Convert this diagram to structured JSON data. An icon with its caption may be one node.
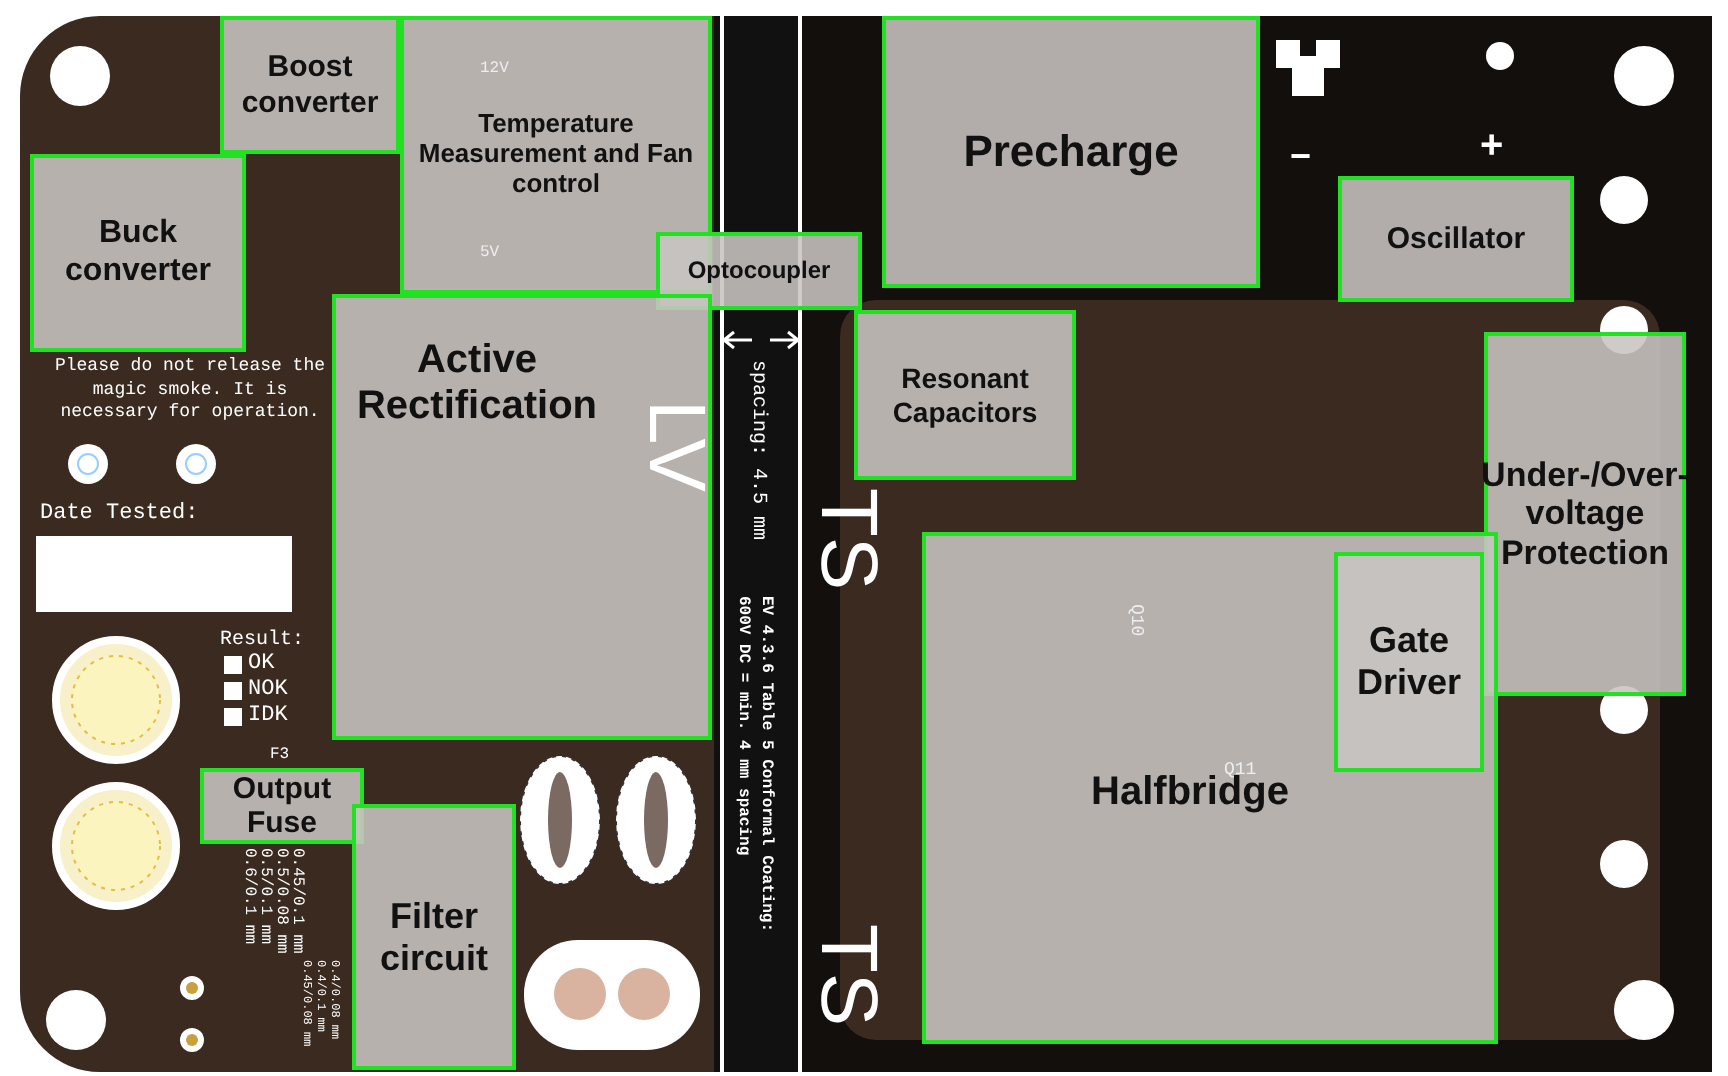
{
  "diagram": {
    "nodes": [
      {
        "text": [
          "Boost converter"
        ]
      },
      {
        "text": [
          "Temperature Measurement and Fan control"
        ]
      },
      {
        "text": [
          "Buck converter"
        ]
      },
      {
        "text": [
          "Optocoupler"
        ]
      },
      {
        "text": [
          "Active Rectification"
        ]
      },
      {
        "text": [
          "Precharge"
        ]
      },
      {
        "text": [
          "Oscillator"
        ]
      },
      {
        "text": [
          "Resonant Capacitors"
        ]
      },
      {
        "text": [
          "Under-/Over-voltage Protection"
        ]
      },
      {
        "text": [
          "Halfbridge"
        ]
      },
      {
        "text": [
          "Gate Driver"
        ],
        "in": 9
      },
      {
        "text": [
          "Output Fuse"
        ]
      },
      {
        "text": [
          "Filter circuit"
        ]
      }
    ],
    "edges": [],
    "labels": [
      "Please do not release the magic smoke. It is necessary for operation.",
      "Date Tested:",
      "Result:",
      "OK",
      "NOK",
      "IDK",
      "F3",
      "0.6/0.1 mm",
      "0.5/0.1 mm",
      "0.5/0.08 mm",
      "0.45/0.1 mm",
      "0.45/0.08 mm",
      "0.4/0.1 mm",
      "0.4/0.08 mm",
      "12V",
      "5V",
      "LV",
      "spacing: 4.5 mm",
      "EV 4.3.6 Table 5 Conformal Coating: 600V DC = min. 4 mm spacing",
      "−",
      "+",
      "TS",
      "TS",
      "Q10",
      "Q11"
    ]
  }
}
